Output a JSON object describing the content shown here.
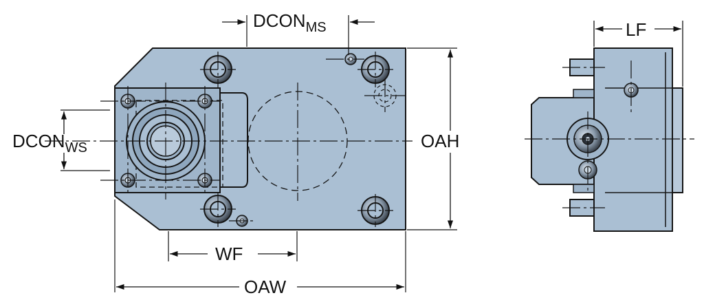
{
  "colors": {
    "body_fill": "#aabfd3",
    "outline": "#151515",
    "dimension_line": "#111111",
    "background": "#ffffff"
  },
  "dimensions": {
    "dcon_ms": {
      "main": "DCON",
      "sub": "MS"
    },
    "dcon_ws": {
      "main": "DCON",
      "sub": "WS"
    },
    "oah": "OAH",
    "wf": "WF",
    "oaw": "OAW",
    "lf": "LF"
  },
  "views": [
    "front-view",
    "side-view"
  ]
}
